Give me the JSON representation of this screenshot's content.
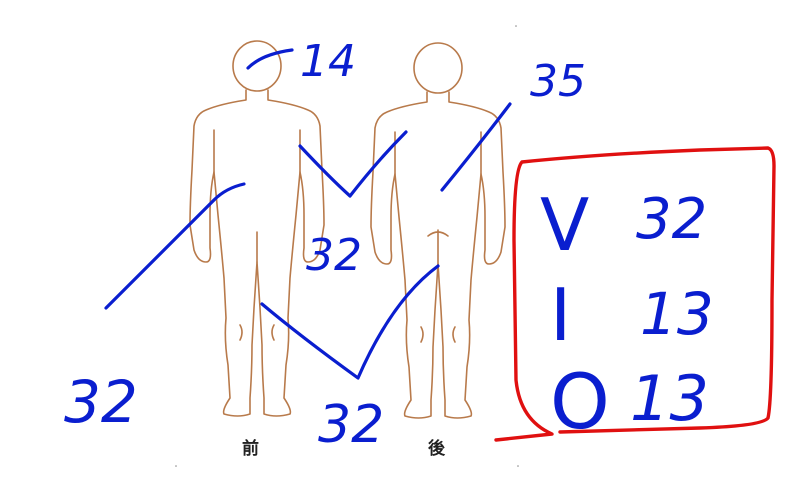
{
  "figures": {
    "front_label": "前",
    "back_label": "後",
    "outline_color": "#b87a4b"
  },
  "annotations": {
    "head": "14",
    "upper_back": "35",
    "front_left_leg": "32",
    "crotch": "32",
    "lower_back_legs": "32"
  },
  "summary_box": {
    "border_color": "#e01010",
    "rows": [
      {
        "letter": "V",
        "value": "32"
      },
      {
        "letter": "I",
        "value": "13"
      },
      {
        "letter": "O",
        "value": "13"
      }
    ]
  },
  "ink_color": "#0a1ecf"
}
